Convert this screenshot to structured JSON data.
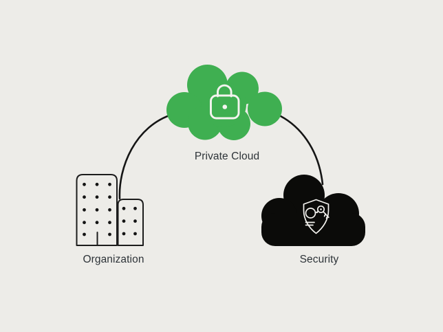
{
  "diagram": {
    "nodes": [
      {
        "id": "private-cloud",
        "label": "Private Cloud",
        "icon": "lock-icon",
        "shape": "cloud",
        "fill": "#3FAF51"
      },
      {
        "id": "organization",
        "label": "Organization",
        "icon": "office-building-icon",
        "shape": "outline-building",
        "fill": "none"
      },
      {
        "id": "security",
        "label": "Security",
        "icon": "shield-key-icon",
        "shape": "cloud",
        "fill": "#0B0B09"
      }
    ],
    "connections": [
      {
        "from": "organization",
        "to": "private-cloud",
        "style": "arc"
      },
      {
        "from": "private-cloud",
        "to": "security",
        "style": "arc"
      }
    ]
  },
  "colors": {
    "background": "#EDECE8",
    "cloud_green": "#3FAF51",
    "cloud_black": "#0B0B09",
    "connector_line": "#151515",
    "icon_stroke": "#F5F4F0",
    "label_text": "#2D3338"
  }
}
